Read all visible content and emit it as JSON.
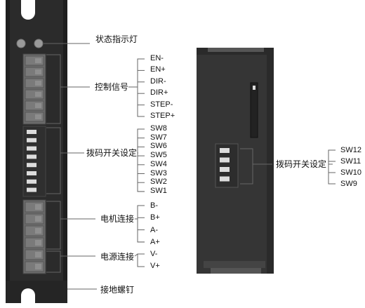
{
  "front_panel": {
    "indicator_label": "状态指示灯",
    "control_signal": {
      "label": "控制信号",
      "pins": [
        "EN-",
        "EN+",
        "DIR-",
        "DIR+",
        "STEP-",
        "STEP+"
      ]
    },
    "dip_switch": {
      "label": "拨码开关设定",
      "switches": [
        "SW8",
        "SW7",
        "SW6",
        "SW5",
        "SW4",
        "SW3",
        "SW2",
        "SW1"
      ]
    },
    "motor": {
      "label": "电机连接",
      "pins": [
        "B-",
        "B+",
        "A-",
        "A+"
      ]
    },
    "power": {
      "label": "电源连接",
      "pins": [
        "V-",
        "V+"
      ]
    },
    "ground_label": "接地螺钉"
  },
  "side_panel": {
    "dip_switch": {
      "label": "拨码开关设定",
      "switches": [
        "SW12",
        "SW11",
        "SW10",
        "SW9"
      ]
    }
  },
  "colors": {
    "body_dark": "#2a2a2a",
    "terminal_grey": "#5a5a5a",
    "line": "#666666"
  }
}
